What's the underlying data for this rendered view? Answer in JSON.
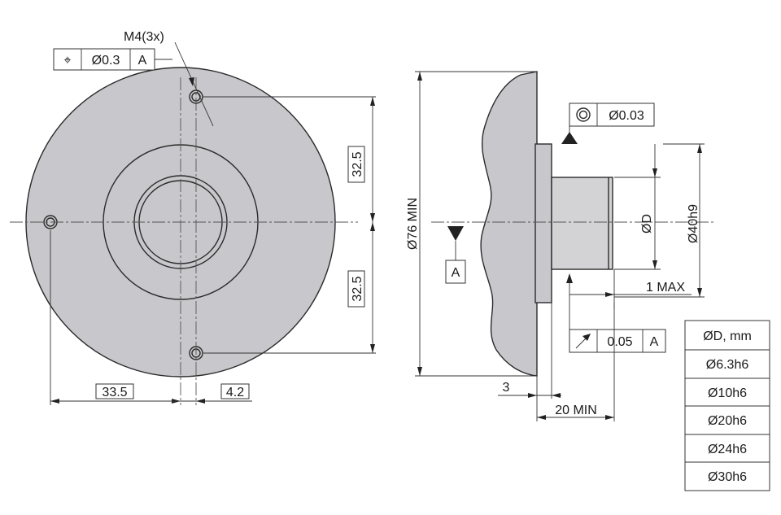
{
  "front_view": {
    "hole_callout": "M4(3x)",
    "position_frame": {
      "symbol": "⌖",
      "tolerance": "Ø0.3",
      "datum": "A"
    },
    "dim_hole_spacing_upper": "32.5",
    "dim_hole_spacing_lower": "32.5",
    "dim_hole_horizontal": "33.5",
    "dim_hole_offset": "4.2"
  },
  "side_view": {
    "outer_diameter": "Ø76 MIN",
    "datum_label": "A",
    "concentricity_frame": {
      "tolerance": "Ø0.03"
    },
    "runout_frame": {
      "tolerance": "0.05",
      "datum": "A"
    },
    "shaft_diameter": "ØD",
    "pilot_diameter": "Ø40h9",
    "max_protrusion": "1 MAX",
    "flange_thickness": "3",
    "min_length": "20 MIN"
  },
  "shaft_table": {
    "header": "ØD, mm",
    "rows": [
      "Ø6.3h6",
      "Ø10h6",
      "Ø20h6",
      "Ø24h6",
      "Ø30h6"
    ]
  }
}
